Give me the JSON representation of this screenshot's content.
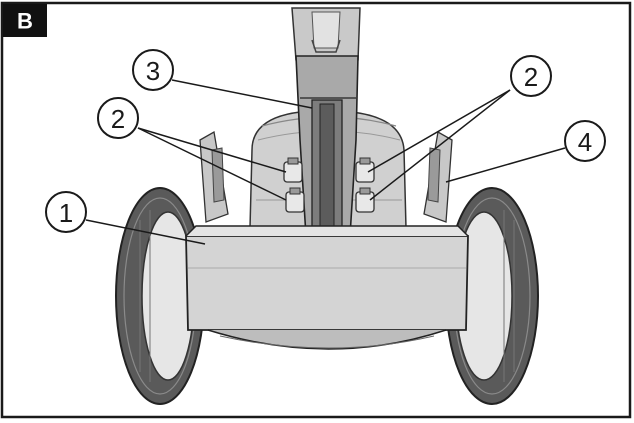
{
  "panel_label": "B",
  "callouts": {
    "c1": "1",
    "c2_left": "2",
    "c2_right": "2",
    "c3": "3",
    "c4": "4"
  },
  "colors": {
    "frame": "#1a1a1a",
    "panel_bg": "#111111",
    "machine_light": "#d6d6d6",
    "machine_mid": "#b5b5b5",
    "machine_dark": "#7a7a7a",
    "tire": "#4a4a4a",
    "rim": "#e6e6e6"
  }
}
